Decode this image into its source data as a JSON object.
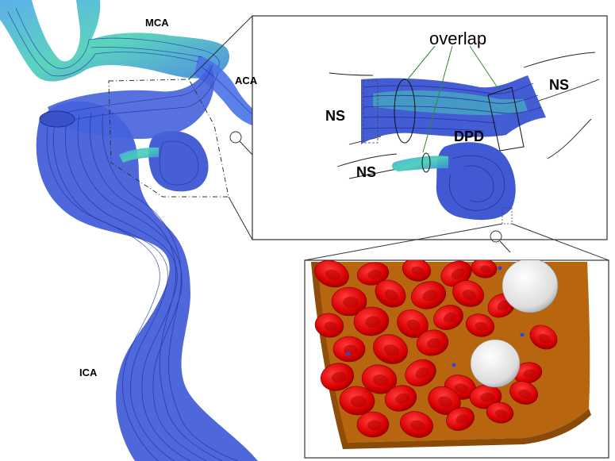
{
  "labels": {
    "mca": "MCA",
    "aca": "ACA",
    "ica": "ICA",
    "overlap": "overlap",
    "ns_left": "NS",
    "ns_right": "NS",
    "ns_bottom": "NS",
    "dpd": "DPD"
  },
  "colors": {
    "vessel_fill": "#3b5bd6",
    "vessel_highlight": "#48c8b8",
    "streamline": "#1e2e9c",
    "rbc": "#e00000",
    "wbc": "#e4e4e4",
    "wall": "#b86410",
    "frame": "#333333"
  }
}
